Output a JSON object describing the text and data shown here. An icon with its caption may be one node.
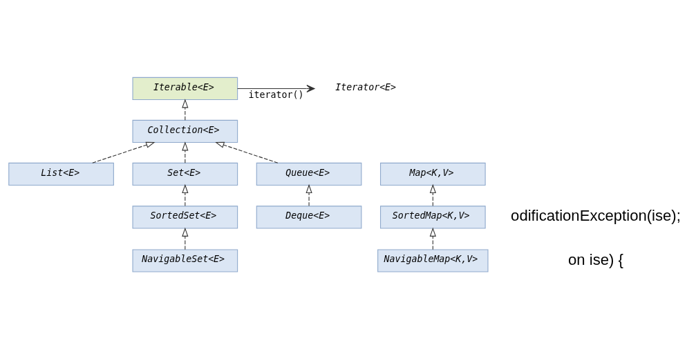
{
  "diagram": {
    "nodes": [
      {
        "text": [
          "Iterable<E>"
        ]
      },
      {
        "text": [
          "Iterator<E>"
        ]
      },
      {
        "text": [
          "Collection<E>"
        ]
      },
      {
        "text": [
          "List<E>"
        ]
      },
      {
        "text": [
          "Set<E>"
        ]
      },
      {
        "text": [
          "Queue<E>"
        ]
      },
      {
        "text": [
          "Map<K,V>"
        ]
      },
      {
        "text": [
          "SortedSet<E>"
        ]
      },
      {
        "text": [
          "Deque<E>"
        ]
      },
      {
        "text": [
          "SortedMap<K,V>"
        ]
      },
      {
        "text": [
          "NavigableSet<E>"
        ]
      },
      {
        "text": [
          "NavigableMap<K,V>"
        ]
      }
    ],
    "edges": [
      {
        "from": 0,
        "to": 1,
        "arrow": "to",
        "label": "iterator()"
      },
      {
        "from": 2,
        "to": 0,
        "arrow": "to",
        "style": "dashed"
      },
      {
        "from": 3,
        "to": 2,
        "arrow": "to",
        "style": "dashed"
      },
      {
        "from": 4,
        "to": 2,
        "arrow": "to",
        "style": "dashed"
      },
      {
        "from": 5,
        "to": 2,
        "arrow": "to",
        "style": "dashed"
      },
      {
        "from": 7,
        "to": 4,
        "arrow": "to",
        "style": "dashed"
      },
      {
        "from": 8,
        "to": 5,
        "arrow": "to",
        "style": "dashed"
      },
      {
        "from": 10,
        "to": 7,
        "arrow": "to",
        "style": "dashed"
      },
      {
        "from": 9,
        "to": 6,
        "arrow": "to",
        "style": "dashed"
      },
      {
        "from": 11,
        "to": 9,
        "arrow": "to",
        "style": "dashed"
      }
    ],
    "labels": [
      "on ise) {",
      "odificationException(ise);"
    ]
  }
}
